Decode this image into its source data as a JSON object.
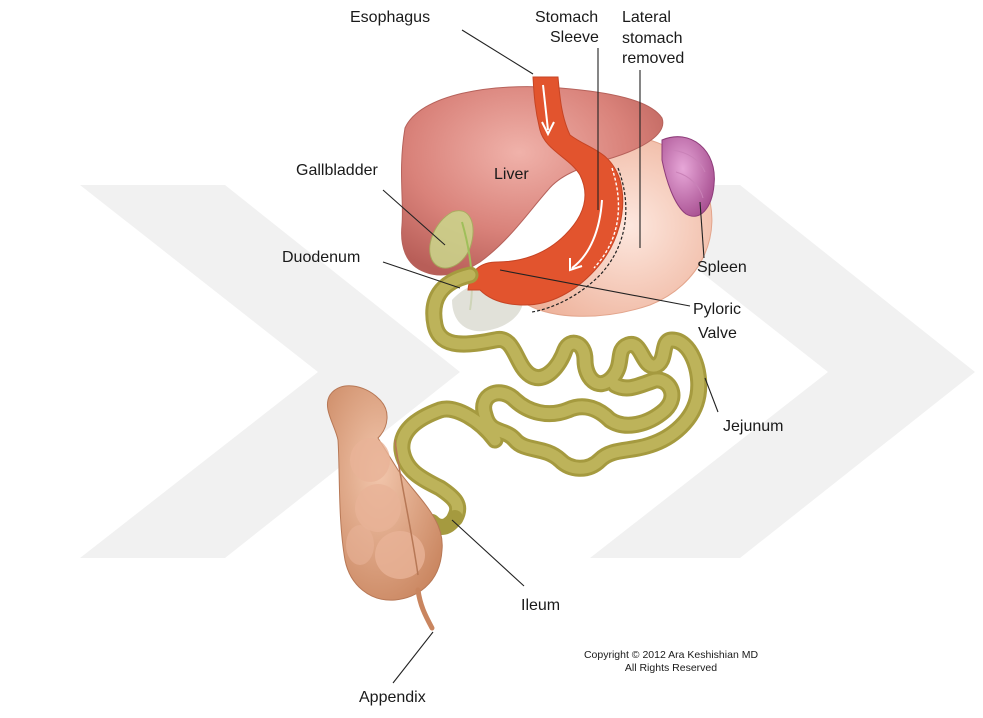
{
  "labels": {
    "esophagus": "Esophagus",
    "stomach_sleeve_1": "Stomach",
    "stomach_sleeve_2": "Sleeve",
    "lateral_1": "Lateral",
    "lateral_2": "stomach",
    "lateral_3": "removed",
    "liver": "Liver",
    "gallbladder": "Gallbladder",
    "duodenum": "Duodenum",
    "spleen": "Spleen",
    "pyloric_1": "Pyloric",
    "pyloric_2": "Valve",
    "jejunum": "Jejunum",
    "ileum": "Ileum",
    "appendix": "Appendix"
  },
  "copyright": {
    "line1": "Copyright © 2012 Ara Keshishian MD",
    "line2": "All Rights Reserved"
  },
  "colors": {
    "liver": "#d9827a",
    "stomach_sleeve": "#e2542e",
    "removed_stomach": "#f3c6b4",
    "spleen": "#b25a9b",
    "intestine": "#b0a64e",
    "colon": "#d89a78",
    "gallbladder": "#c9d58a",
    "watermark": "#f0f0f0"
  }
}
